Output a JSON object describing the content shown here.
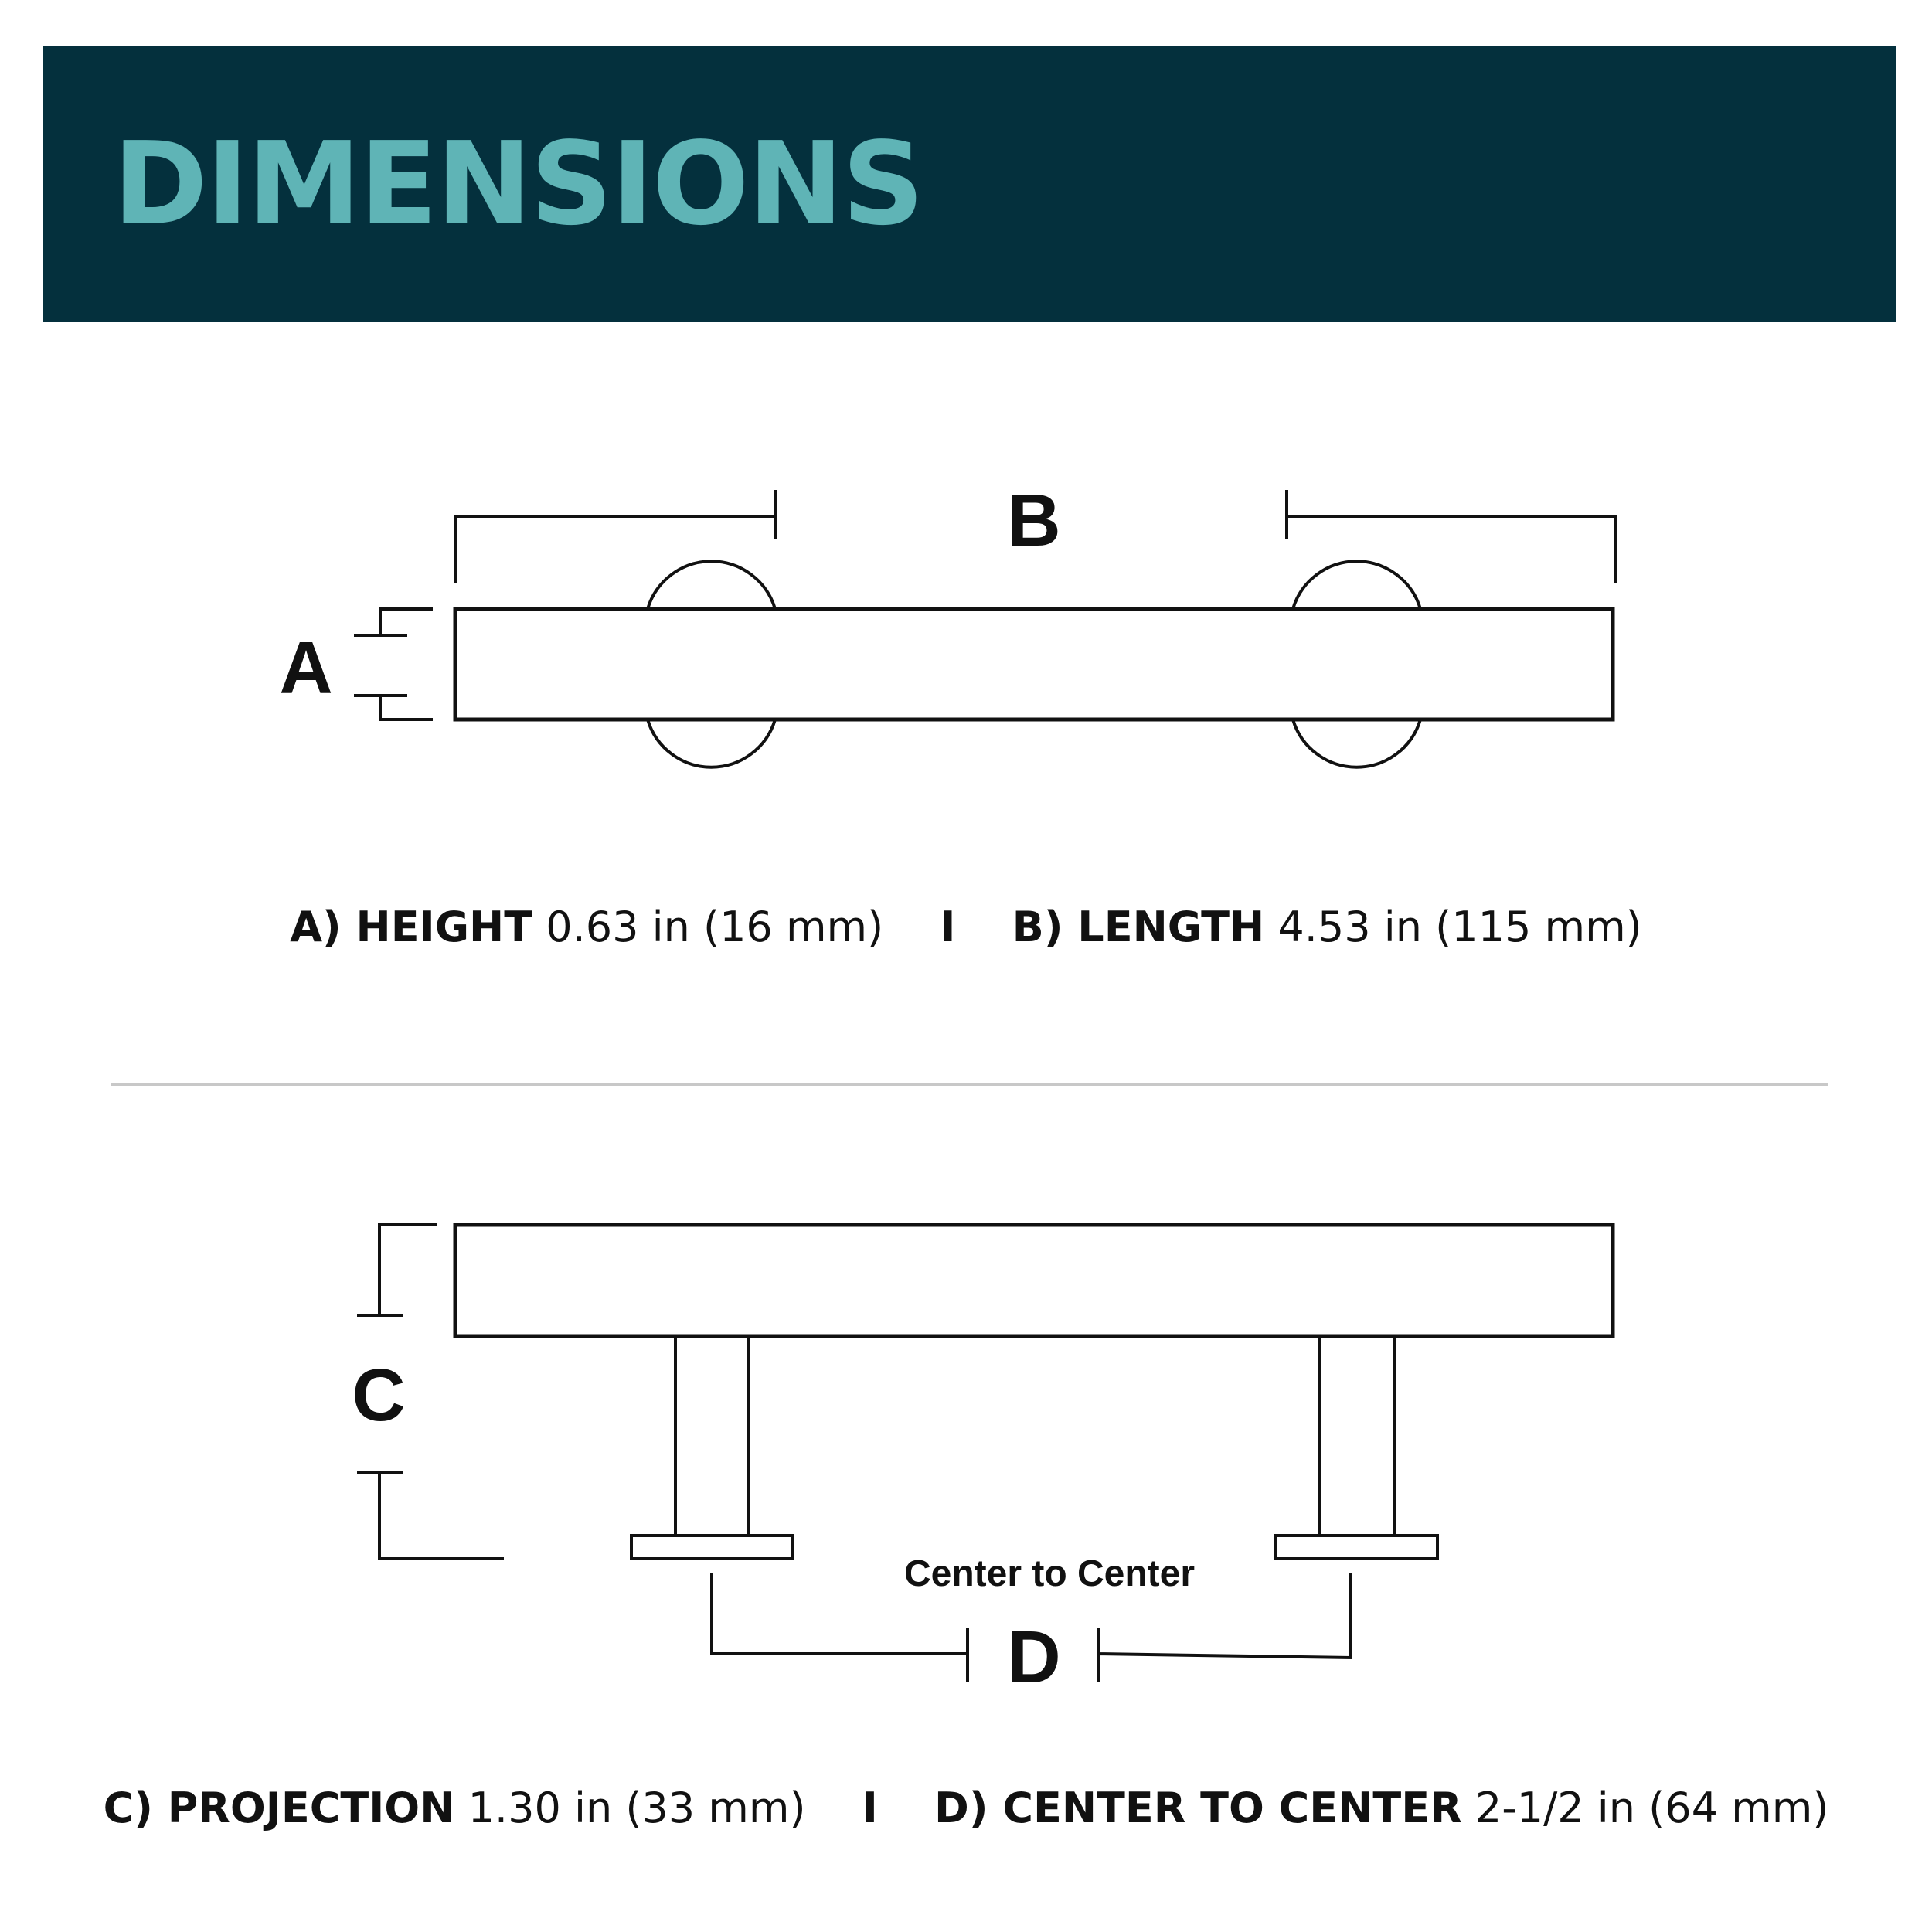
{
  "header": {
    "title": "DIMENSIONS",
    "band_color": "#04303d",
    "title_color": "#5fb4b6"
  },
  "top_view": {
    "label_a": "A",
    "label_b": "B"
  },
  "top_caption": {
    "a_label": "A) HEIGHT",
    "a_value": "0.63 in (16 mm)",
    "separator": "I",
    "b_label": "B) LENGTH",
    "b_value": "4.53 in (115 mm)"
  },
  "side_view": {
    "label_c": "C",
    "label_d": "D",
    "center_to_center": "Center to Center"
  },
  "bottom_caption": {
    "c_label": "C) PROJECTION",
    "c_value": "1.30 in (33 mm)",
    "separator": "I",
    "d_label": "D) CENTER TO CENTER",
    "d_value": "2-1/2 in (64 mm)"
  }
}
